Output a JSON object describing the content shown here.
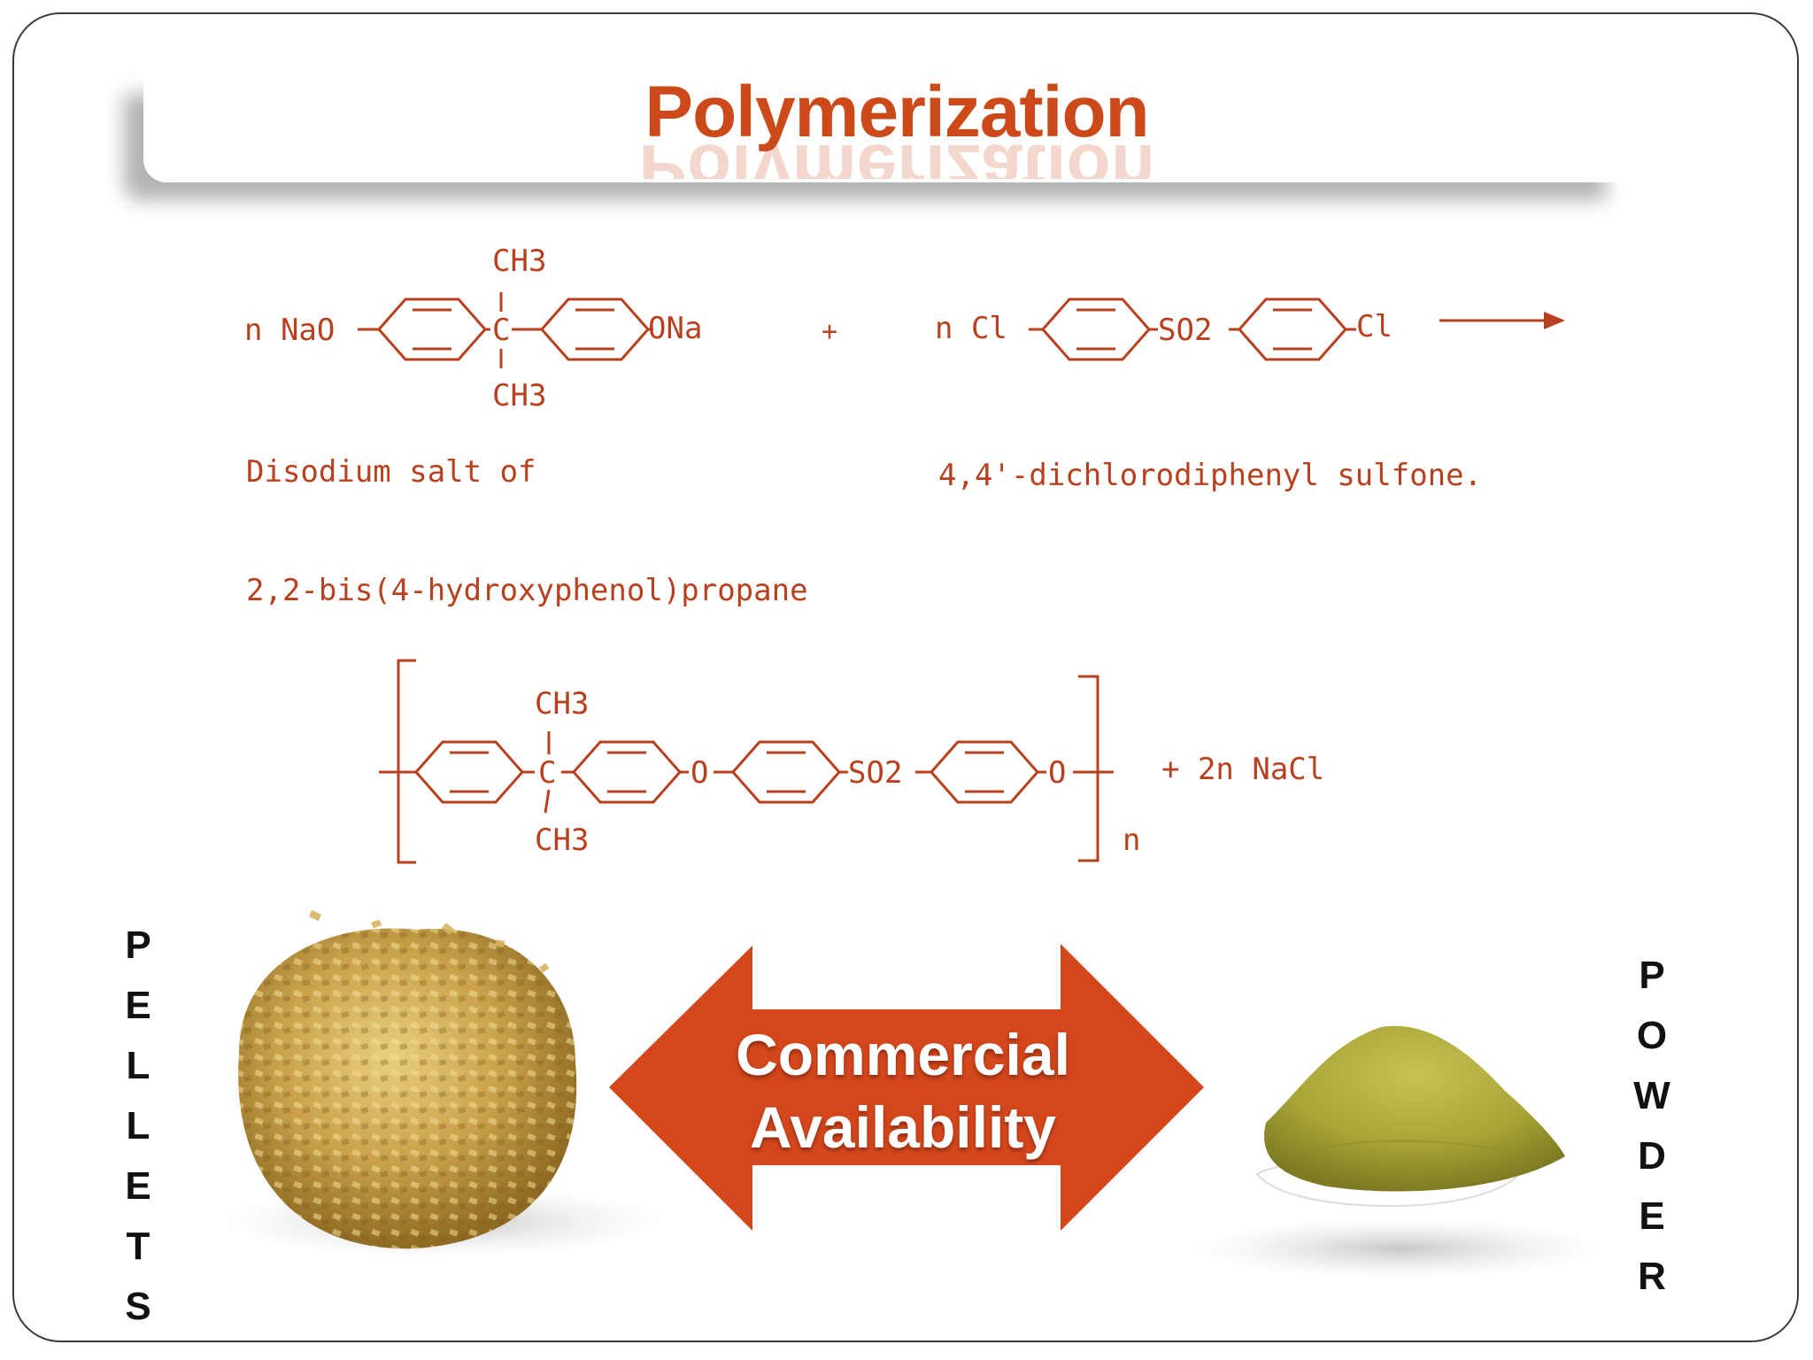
{
  "slide": {
    "title": "Polymerization"
  },
  "reaction": {
    "reactant1": {
      "prefix": "n NaO",
      "suffix": "ONa",
      "carbon": "C",
      "methyl_top": "CH3",
      "methyl_bottom": "CH3",
      "name_line1": "Disodium salt of",
      "name_line2": "2,2-bis(4-hydroxyphenol)propane"
    },
    "plus": "+",
    "reactant2": {
      "prefix": "n Cl",
      "sulfonyl": "SO2",
      "suffix": "Cl",
      "name": "4,4'-dichlorodiphenyl sulfone."
    },
    "product": {
      "methyl_top": "CH3",
      "methyl_bottom": "CH3",
      "carbon": "C",
      "oxygen1": "O",
      "sulfonyl": "SO2",
      "oxygen2": "O",
      "repeat": "n",
      "byproduct": "+ 2n NaCl"
    }
  },
  "availability": {
    "left_label": "PELLETS",
    "right_label": "POWDER",
    "arrow_line1": "Commercial",
    "arrow_line2": "Availability"
  },
  "colors": {
    "title": "#cc4a1a",
    "chemistry": "#b8401e",
    "arrow": "#d4461c",
    "pellets": "#c9a24a",
    "powder": "#a8a436"
  }
}
